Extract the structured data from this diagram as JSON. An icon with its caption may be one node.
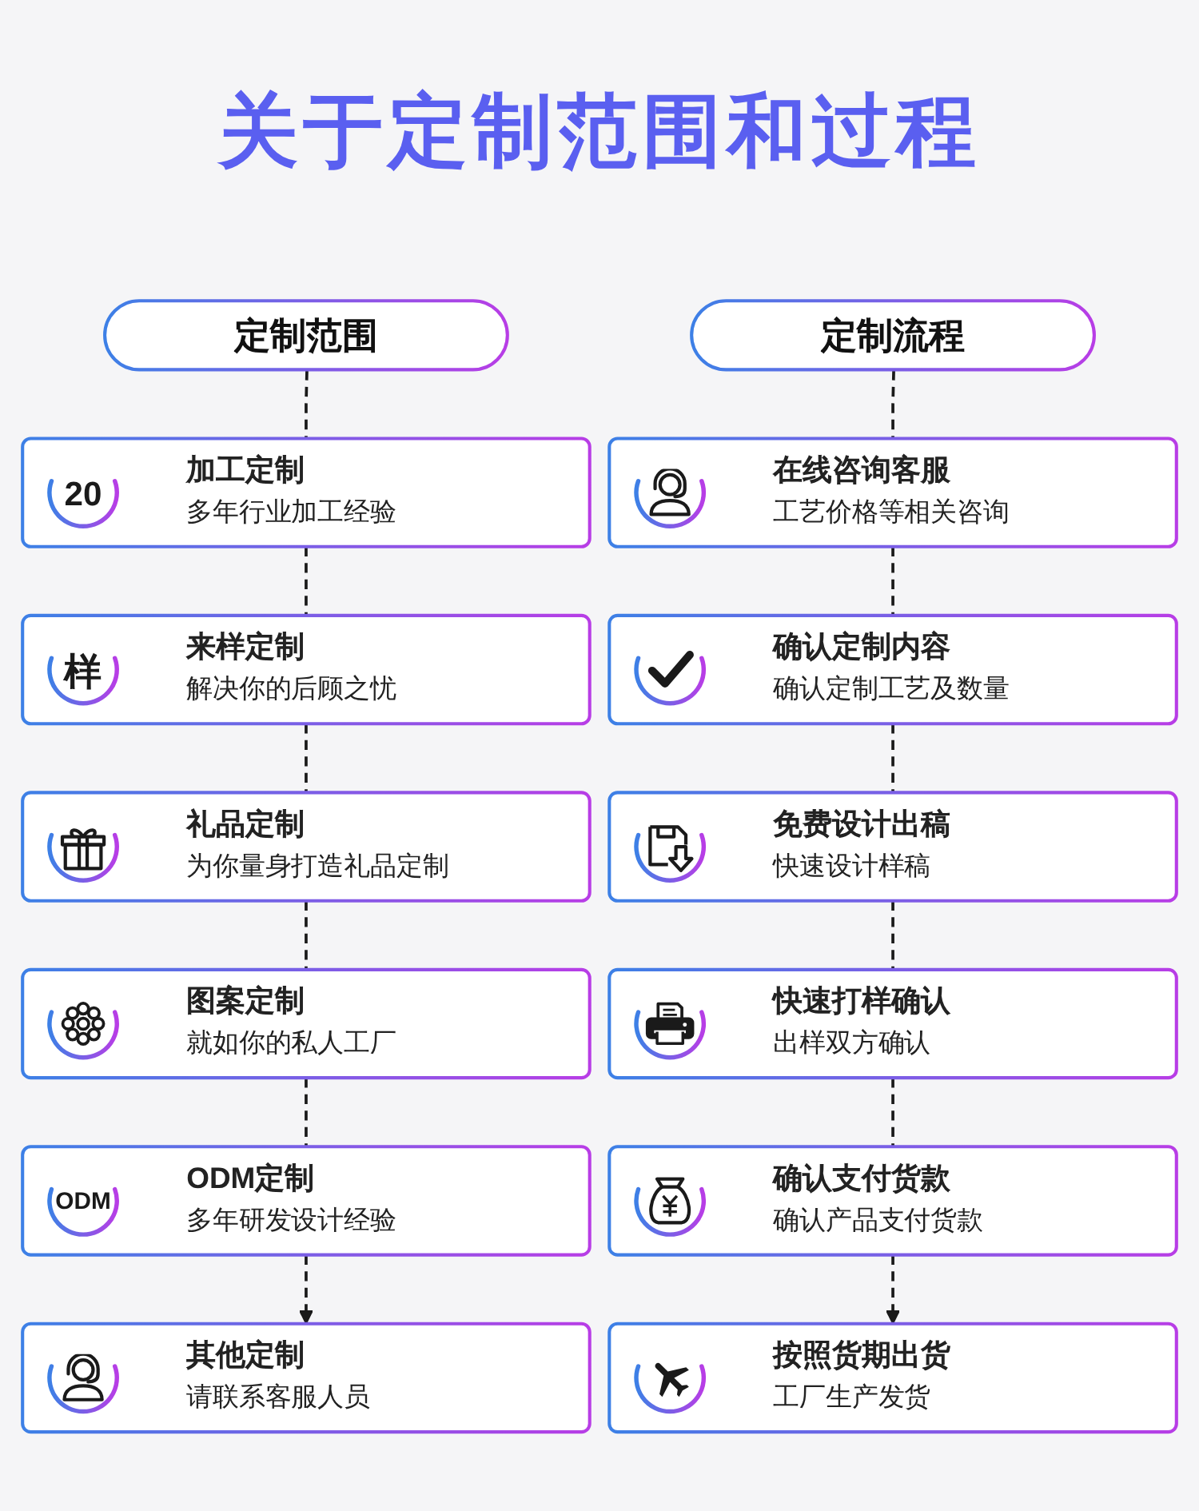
{
  "diagram": {
    "title": "关于定制范围和过程",
    "nodes": [
      {
        "text": [
          "定制范围"
        ]
      },
      {
        "text": [
          "20",
          "加工定制",
          "多年行业加工经验"
        ]
      },
      {
        "text": [
          "样",
          "来样定制",
          "解决你的后顾之忧"
        ]
      },
      {
        "text": [
          "礼品定制",
          "为你量身打造礼品定制"
        ]
      },
      {
        "text": [
          "图案定制",
          "就如你的私人工厂"
        ]
      },
      {
        "text": [
          "ODM",
          "ODM定制",
          "多年研发设计经验"
        ]
      },
      {
        "text": [
          "其他定制",
          "请联系客服人员"
        ]
      },
      {
        "text": [
          "定制流程"
        ]
      },
      {
        "text": [
          "在线咨询客服",
          "工艺价格等相关咨询"
        ]
      },
      {
        "text": [
          "确认定制内容",
          "确认定制工艺及数量"
        ]
      },
      {
        "text": [
          "免费设计出稿",
          "快速设计样稿"
        ]
      },
      {
        "text": [
          "快速打样确认",
          "出样双方确认"
        ]
      },
      {
        "text": [
          "确认支付货款",
          "确认产品支付货款"
        ]
      },
      {
        "text": [
          "按照货期出货",
          "工厂生产发货"
        ]
      }
    ],
    "edges": [
      {
        "from": 0,
        "to": 1,
        "arrow": "none",
        "style": "dashed"
      },
      {
        "from": 1,
        "to": 2,
        "arrow": "none",
        "style": "dashed"
      },
      {
        "from": 2,
        "to": 3,
        "arrow": "none",
        "style": "dashed"
      },
      {
        "from": 3,
        "to": 4,
        "arrow": "none",
        "style": "dashed"
      },
      {
        "from": 4,
        "to": 5,
        "arrow": "none",
        "style": "dashed"
      },
      {
        "from": 5,
        "to": 6,
        "arrow": "to",
        "style": "dashed"
      },
      {
        "from": 7,
        "to": 8,
        "arrow": "none",
        "style": "dashed"
      },
      {
        "from": 8,
        "to": 9,
        "arrow": "none",
        "style": "dashed"
      },
      {
        "from": 9,
        "to": 10,
        "arrow": "none",
        "style": "dashed"
      },
      {
        "from": 10,
        "to": 11,
        "arrow": "none",
        "style": "dashed"
      },
      {
        "from": 11,
        "to": 12,
        "arrow": "none",
        "style": "dashed"
      },
      {
        "from": 12,
        "to": 13,
        "arrow": "to",
        "style": "dashed"
      }
    ]
  }
}
